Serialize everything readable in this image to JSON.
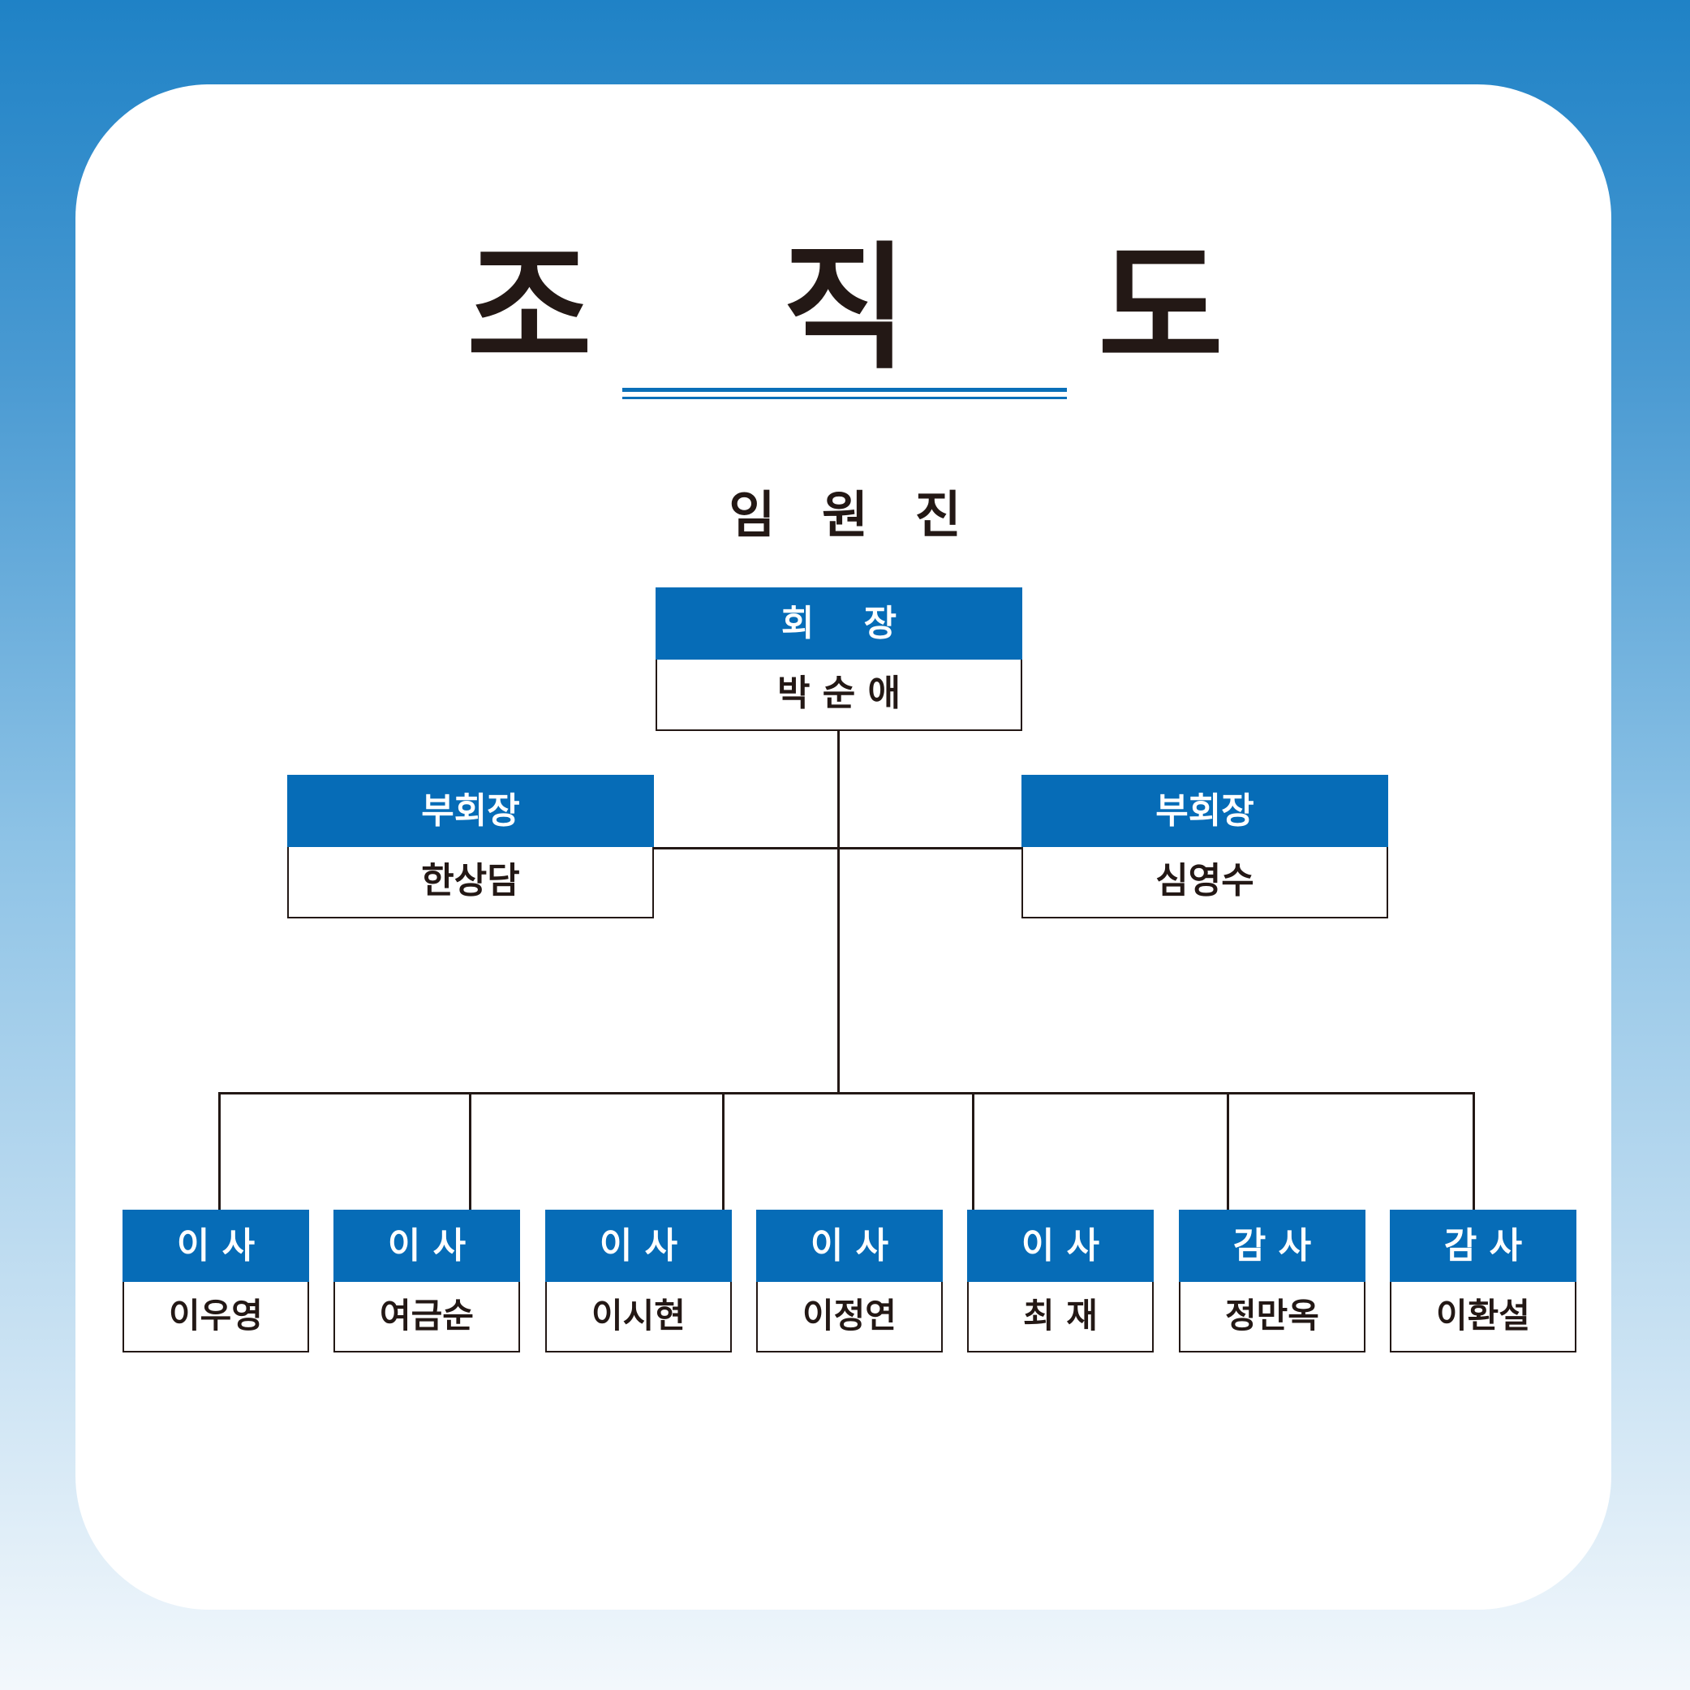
{
  "title": "조 직 도",
  "subtitle": "임 원 진",
  "chairman": {
    "role": "회    장",
    "name": "박 순 애"
  },
  "vice_chairmen": [
    {
      "role": "부회장",
      "name": "한상담"
    },
    {
      "role": "부회장",
      "name": "심영수"
    }
  ],
  "members": [
    {
      "role": "이 사",
      "name": "이우영"
    },
    {
      "role": "이 사",
      "name": "여금순"
    },
    {
      "role": "이 사",
      "name": "이시현"
    },
    {
      "role": "이 사",
      "name": "이정연"
    },
    {
      "role": "이 사",
      "name": "최 재"
    },
    {
      "role": "감 사",
      "name": "정만옥"
    },
    {
      "role": "감 사",
      "name": "이환설"
    }
  ],
  "colors": {
    "accent": "#066cb7",
    "line": "#231815",
    "background_top": "#1f82c6"
  }
}
